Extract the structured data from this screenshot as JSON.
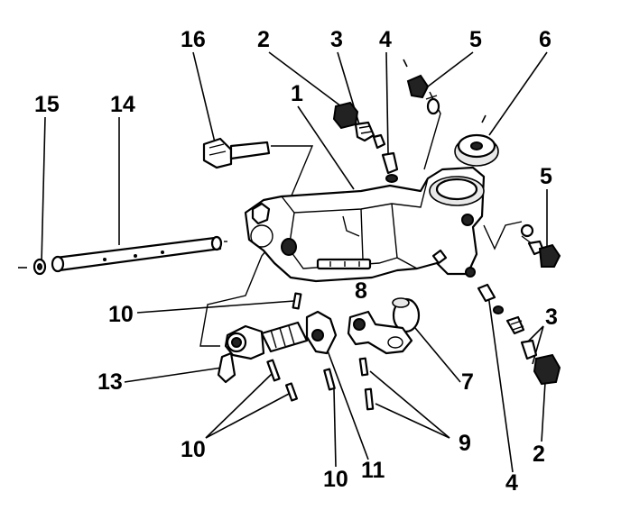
{
  "diagram": {
    "callouts": {
      "c1": "1",
      "c2a": "2",
      "c2b": "2",
      "c3a": "3",
      "c3b": "3",
      "c4a": "4",
      "c4b": "4",
      "c5a": "5",
      "c5b": "5",
      "c6": "6",
      "c7": "7",
      "c8": "8",
      "c9": "9",
      "c10a": "10",
      "c10b": "10",
      "c10c": "10",
      "c11": "11",
      "c13": "13",
      "c14": "14",
      "c15": "15",
      "c16": "16"
    }
  }
}
